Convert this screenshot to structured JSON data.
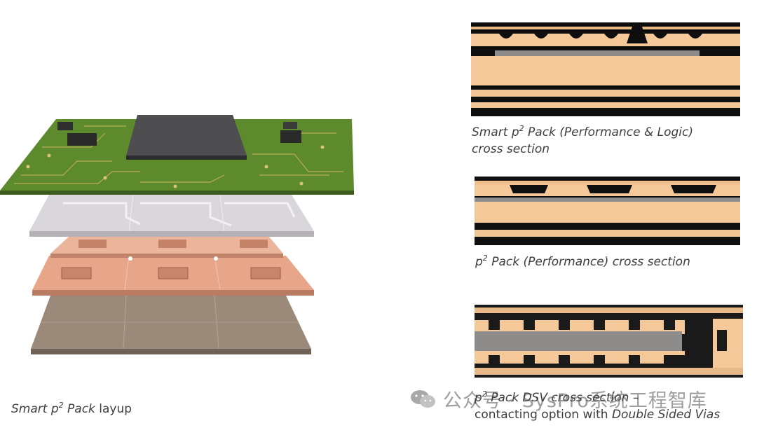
{
  "layup": {
    "caption_prefix": "Smart p",
    "caption_sup": "2",
    "caption_rest": " Pack",
    "caption_tail": " layup"
  },
  "cross_sections": [
    {
      "line1_prefix": "Smart p",
      "line1_sup": "2",
      "line1_rest": " Pack (Performance & Logic)",
      "line2": "cross section"
    },
    {
      "line1_prefix": "p",
      "line1_sup": "2",
      "line1_rest": " Pack (Performance) cross section"
    },
    {
      "line1_prefix": "p",
      "line1_sup": "2",
      "line1_rest": " Pack DSV cross section –",
      "line2_prefix": "contacting option with ",
      "line2_italic": "Double Sided Vias"
    }
  ],
  "watermark": {
    "text": "公众号 · SysPro系统工程智库",
    "icon": "wechat-icon"
  },
  "colors": {
    "pcb_green": "#5e8a2e",
    "copper": "#f3c89e",
    "dark": "#141414",
    "die_grey": "#8e8c8a"
  }
}
